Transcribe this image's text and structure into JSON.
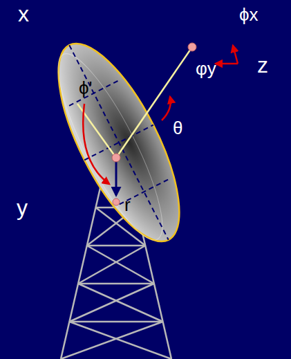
{
  "diagram": {
    "labels": [
      "x",
      "y",
      "z",
      "ϕx",
      "φy",
      "θ",
      "ϕ'",
      "r"
    ]
  }
}
